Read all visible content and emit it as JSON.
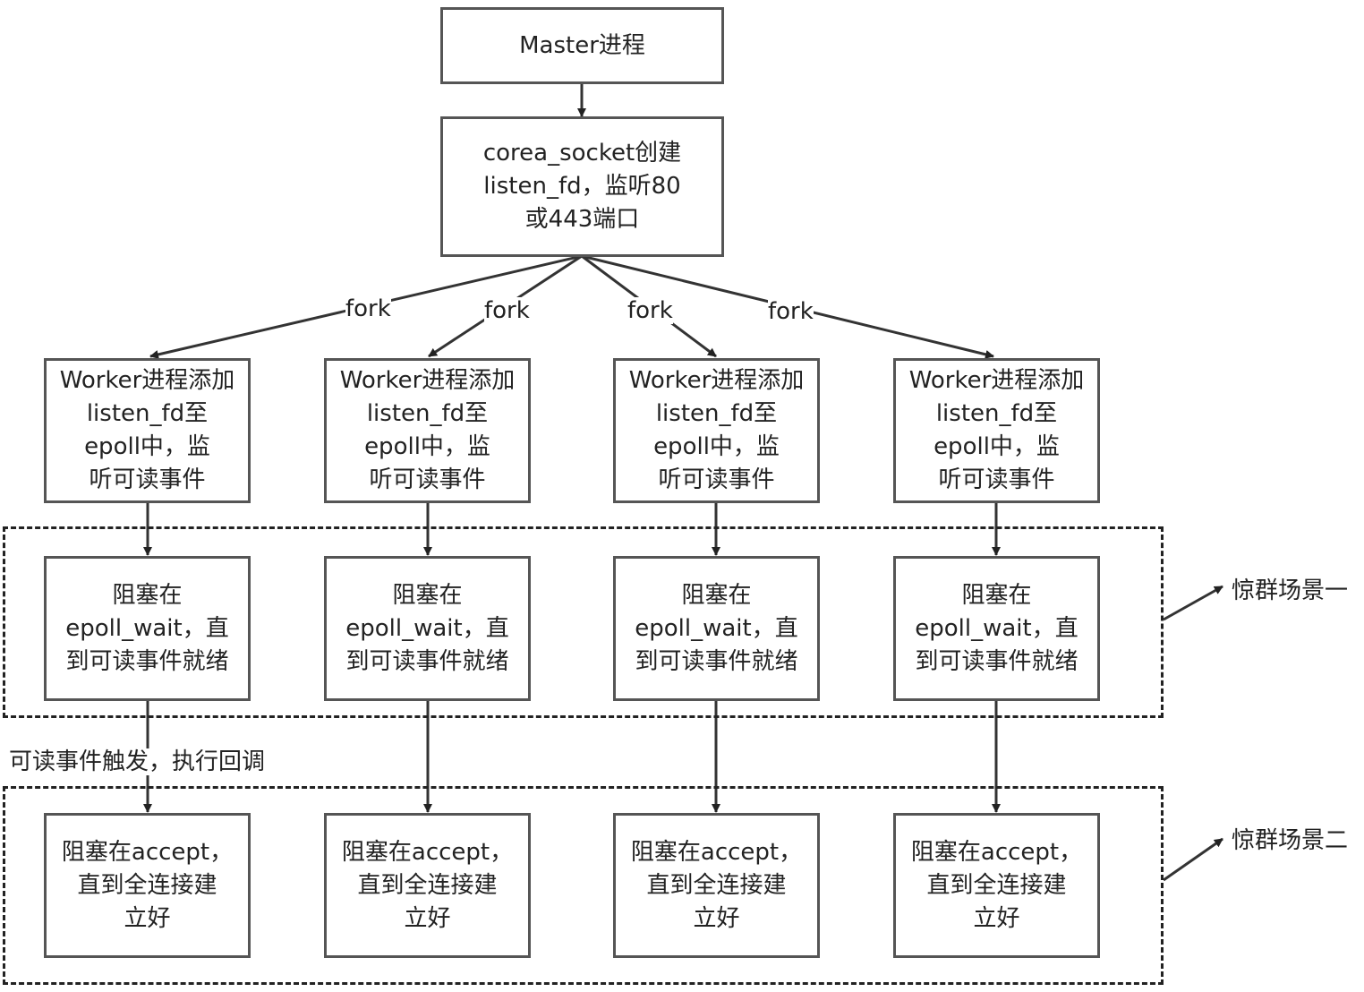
{
  "master": "Master进程",
  "socket": "corea_socket创建\nlisten_fd，监听80\n或443端口",
  "fork_label": "fork",
  "worker_add": "Worker进程添加\nlisten_fd至\nepoll中，监\n听可读事件",
  "epoll_wait": "阻塞在\nepoll_wait，直\n到可读事件就绪",
  "accept": "阻塞在accept，\n直到全连接建\n立好",
  "callback_label": "可读事件触发，执行回调",
  "scenario_one": "惊群场景一",
  "scenario_two": "惊群场景二"
}
